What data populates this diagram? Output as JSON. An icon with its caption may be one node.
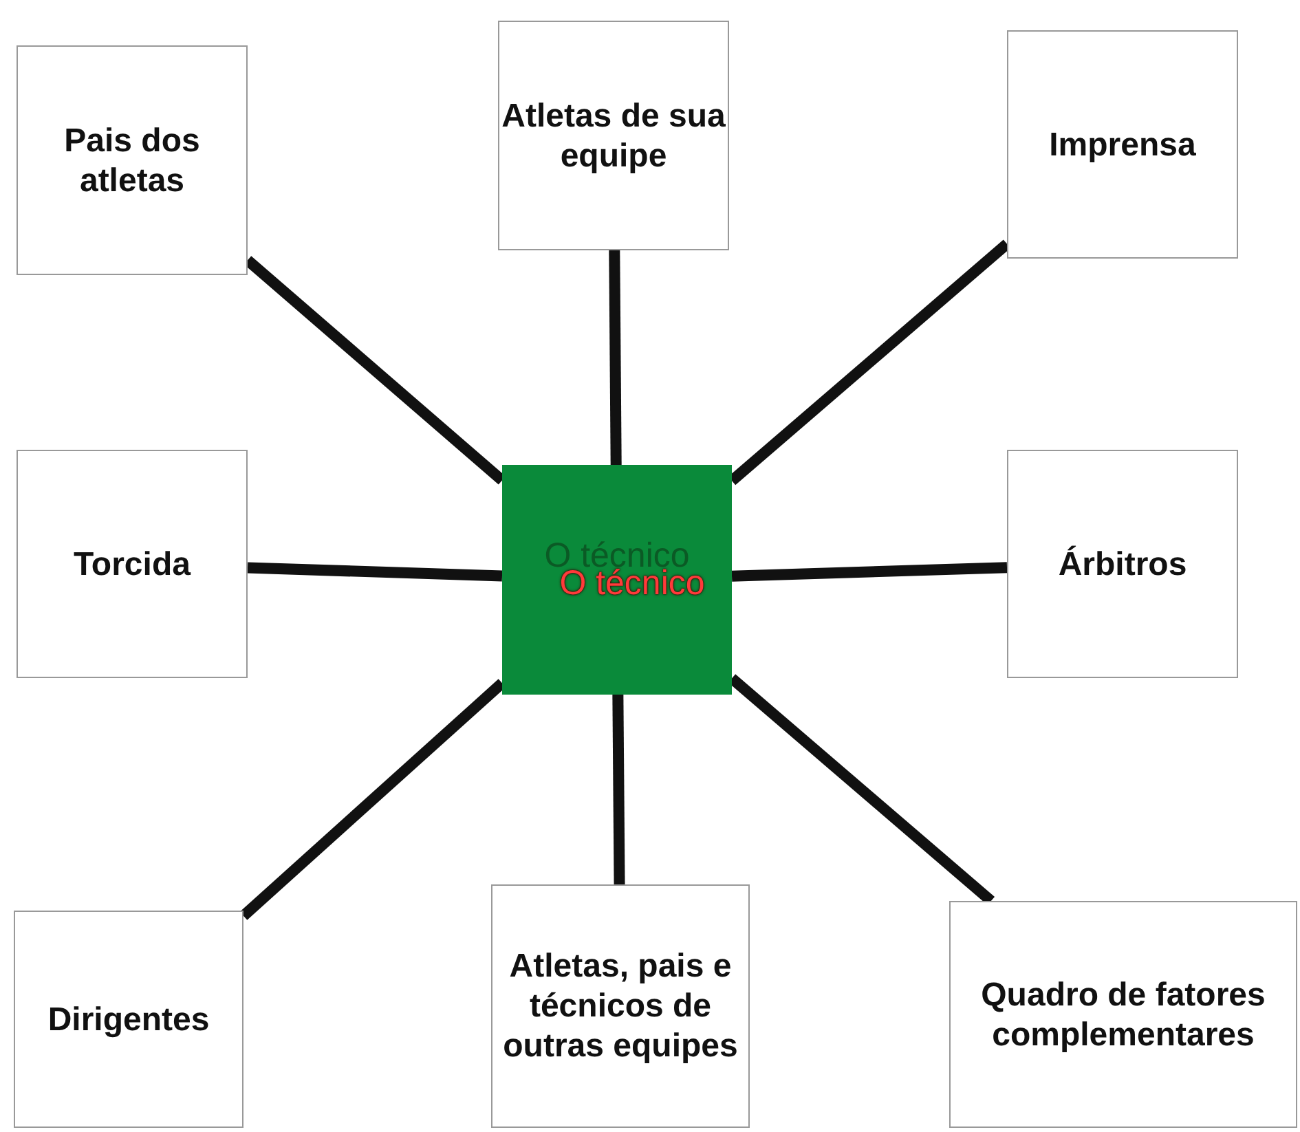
{
  "diagram": {
    "nodes": [
      {
        "text": [
          "Pais dos atletas"
        ]
      },
      {
        "text": [
          "Atletas de sua equipe"
        ]
      },
      {
        "text": [
          "Imprensa"
        ]
      },
      {
        "text": [
          "Torcida"
        ]
      },
      {
        "text": [
          "O técnico",
          "O técnico"
        ]
      },
      {
        "text": [
          "Árbitros"
        ]
      },
      {
        "text": [
          "Dirigentes"
        ]
      },
      {
        "text": [
          "Atletas, pais e técnicos de outras equipes"
        ]
      },
      {
        "text": [
          "Quadro de fatores complementares"
        ]
      }
    ],
    "edges": [
      {
        "from": 4,
        "to": 0,
        "arrow": "none"
      },
      {
        "from": 4,
        "to": 1,
        "arrow": "none"
      },
      {
        "from": 4,
        "to": 2,
        "arrow": "none"
      },
      {
        "from": 4,
        "to": 3,
        "arrow": "none"
      },
      {
        "from": 4,
        "to": 5,
        "arrow": "none"
      },
      {
        "from": 4,
        "to": 6,
        "arrow": "none"
      },
      {
        "from": 4,
        "to": 7,
        "arrow": "none"
      },
      {
        "from": 4,
        "to": 8,
        "arrow": "none"
      }
    ]
  }
}
